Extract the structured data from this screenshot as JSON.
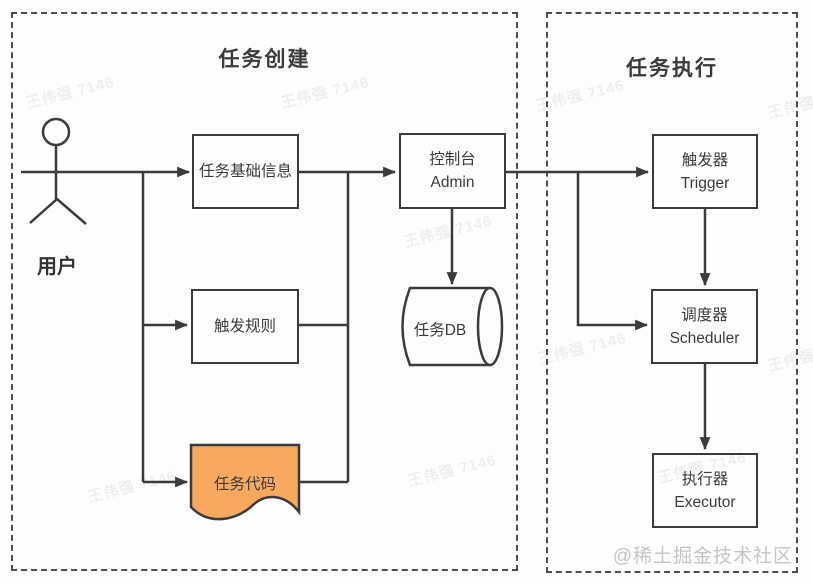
{
  "diagram": {
    "groups": [
      {
        "id": "task-creation",
        "title": "任务创建"
      },
      {
        "id": "task-execution",
        "title": "任务执行"
      }
    ],
    "actor": {
      "label": "用户"
    },
    "nodes": {
      "basic_info": {
        "label": "任务基础信息"
      },
      "admin": {
        "label_zh": "控制台",
        "label_en": "Admin"
      },
      "rules": {
        "label": "触发规则"
      },
      "code": {
        "label": "任务代码"
      },
      "db": {
        "label": "任务DB"
      },
      "trigger": {
        "label_zh": "触发器",
        "label_en": "Trigger"
      },
      "scheduler": {
        "label_zh": "调度器",
        "label_en": "Scheduler"
      },
      "executor": {
        "label_zh": "执行器",
        "label_en": "Executor"
      }
    },
    "colors": {
      "line": "#3b3b3b",
      "box_border": "#3b3b3b",
      "box_fill": "#fdfdfd",
      "document_fill": "#f6a95f",
      "dashed_border": "#4d4d4d",
      "watermark": "#ececec",
      "footer_watermark": "#c5c5c5"
    }
  },
  "watermark": {
    "text": "王伟强 7146"
  },
  "footer": {
    "credit": "@稀土掘金技术社区"
  }
}
